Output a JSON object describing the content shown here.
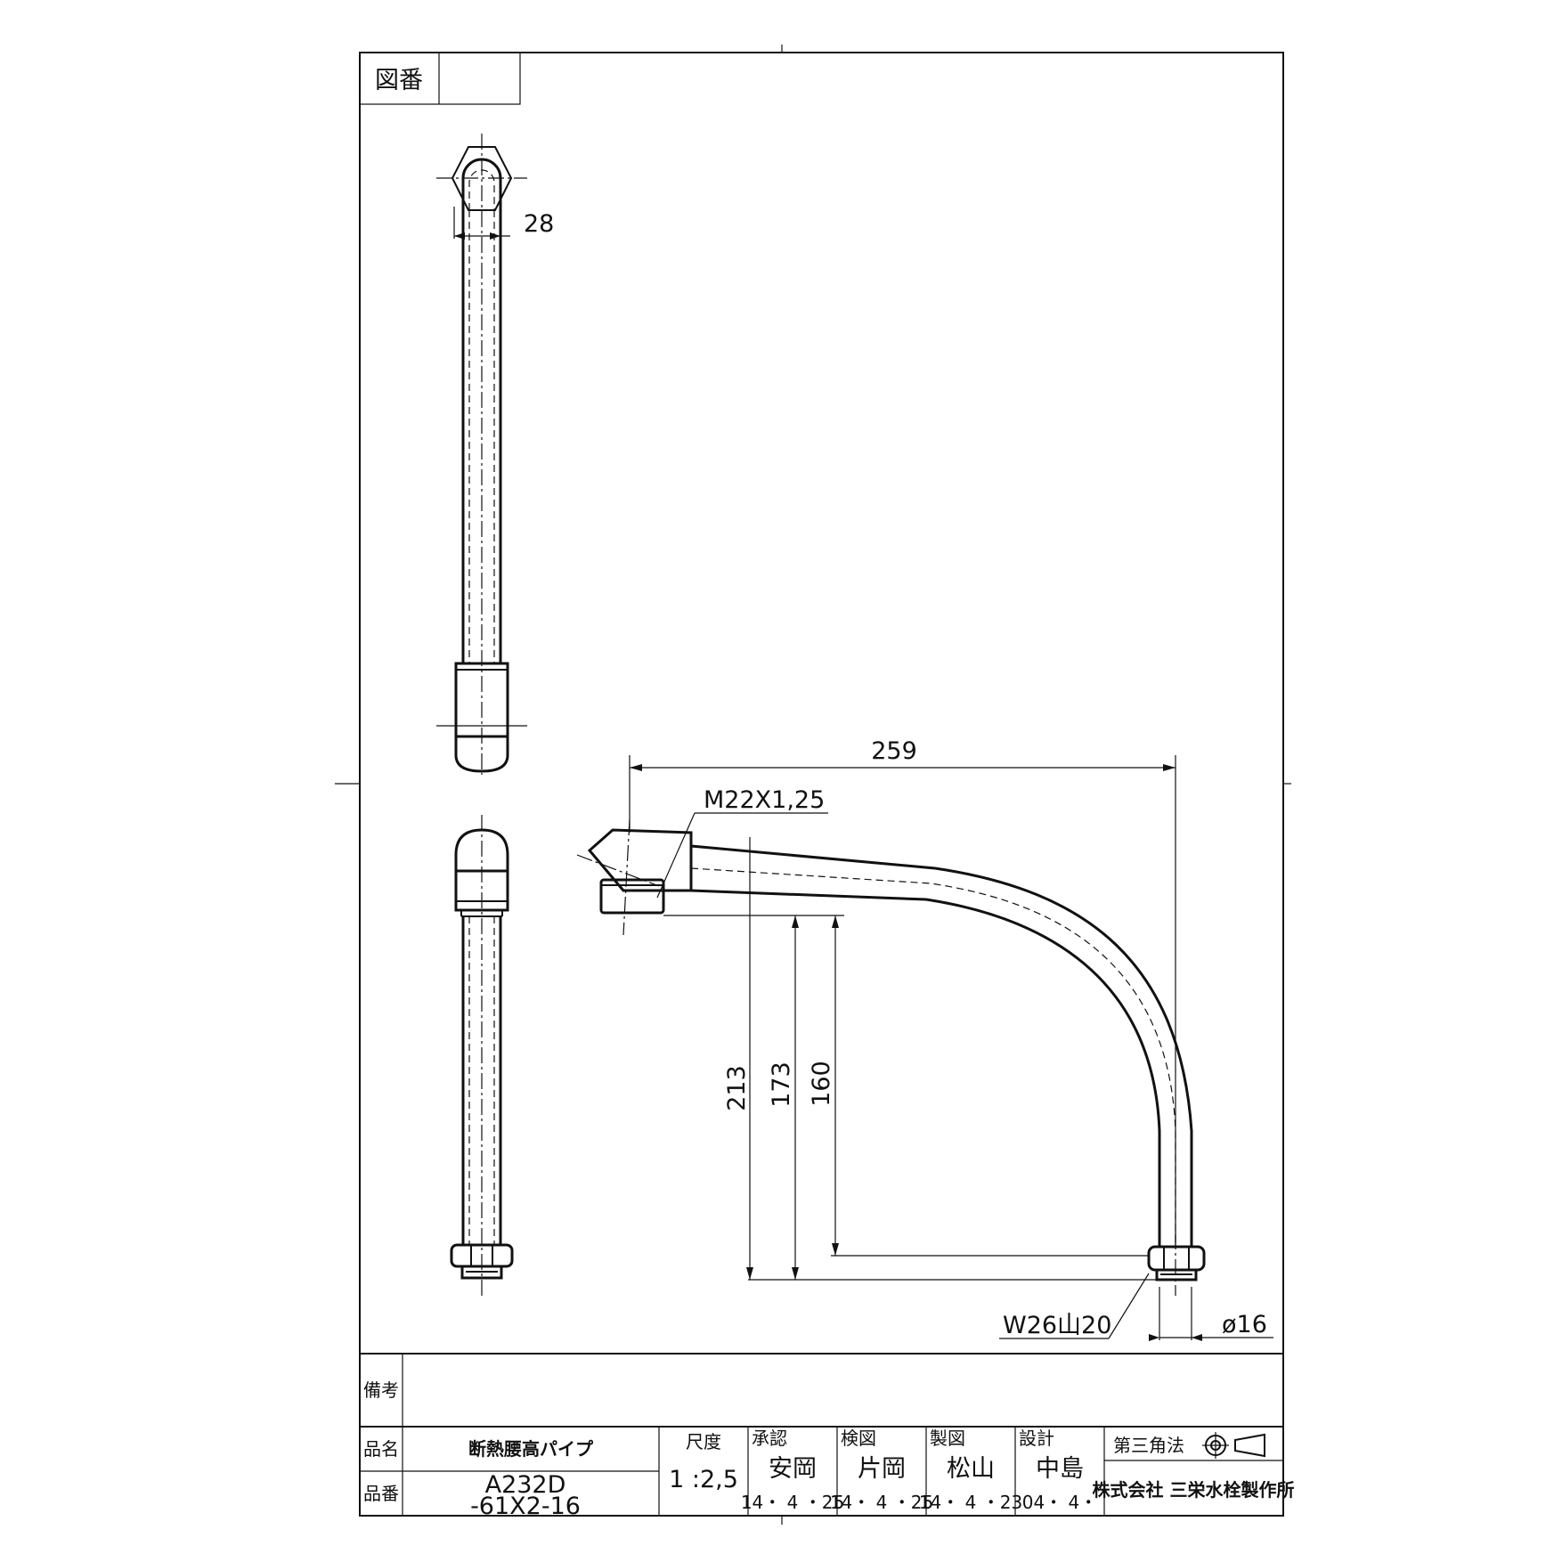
{
  "title_block": {
    "drawing_no_label": "図番",
    "drawing_no_value": "",
    "remarks_label": "備考",
    "remarks_value": "",
    "product_name_label": "品名",
    "product_name": "断熱腰高パイプ",
    "product_no_label": "品番",
    "product_no_line1": "A232D",
    "product_no_line2": "-61X2-16",
    "scale_label": "尺度",
    "scale_value": "1 :2,5",
    "approval": {
      "label": "承認",
      "name": "安岡",
      "date": "14・ 4 ・25"
    },
    "check": {
      "label": "検図",
      "name": "片岡",
      "date": "14・ 4 ・25"
    },
    "drafting": {
      "label": "製図",
      "name": "松山",
      "date": "14・ 4 ・23"
    },
    "design": {
      "label": "設計",
      "name": "中島",
      "date": "04・ 4・"
    },
    "projection": "第三角法",
    "company": "株式会社 三栄水栓製作所"
  },
  "dimensions": {
    "top_width": "28",
    "overall_length": "259",
    "spout_thread": "M22X1,25",
    "height_total": "213",
    "height_mid": "173",
    "height_low": "160",
    "base_thread": "W26山20",
    "pipe_diameter": "ø16"
  }
}
